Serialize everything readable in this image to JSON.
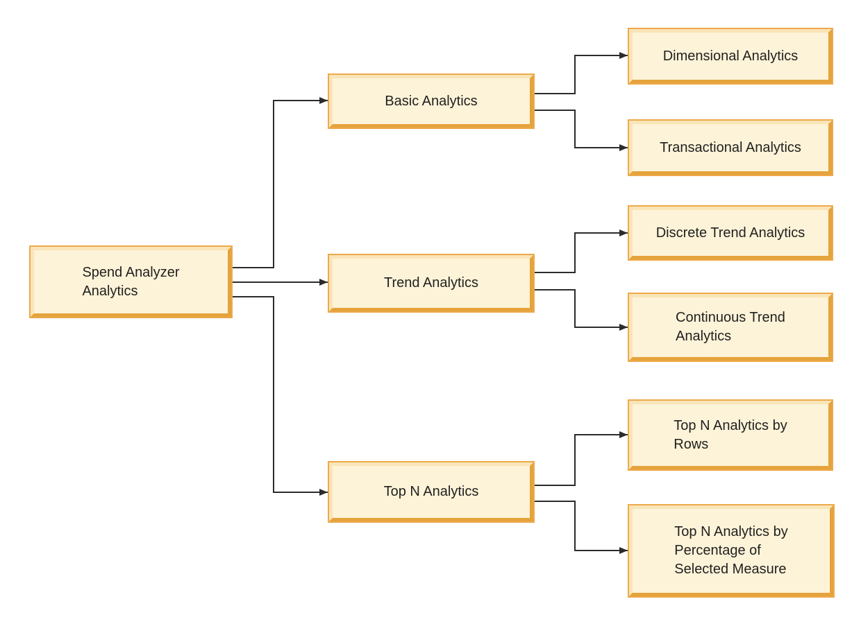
{
  "colors": {
    "background": "#FFFFFF",
    "box-fill": "#FDF3D8",
    "box-bevel-light": "#FAE5B8",
    "box-bevel-dark": "#E5A33C",
    "box-edge": "#EDA94B",
    "connector": "#2B2B2B",
    "text": "#1F1F1F"
  },
  "diagram": {
    "type": "hierarchy",
    "nodes": {
      "root": {
        "label": "Spend Analyzer\nAnalytics"
      },
      "basic": {
        "label": "Basic Analytics"
      },
      "trend": {
        "label": "Trend Analytics"
      },
      "topn": {
        "label": "Top N Analytics"
      },
      "dimensional": {
        "label": "Dimensional Analytics"
      },
      "transactional": {
        "label": "Transactional Analytics"
      },
      "discrete": {
        "label": "Discrete Trend Analytics"
      },
      "continuous": {
        "label": "Continuous Trend\nAnalytics"
      },
      "topn_rows": {
        "label": "Top N Analytics by\nRows"
      },
      "topn_pct": {
        "label": "Top N Analytics by\nPercentage of\nSelected Measure"
      }
    },
    "edges": [
      {
        "from": "root",
        "to": "basic"
      },
      {
        "from": "root",
        "to": "trend"
      },
      {
        "from": "root",
        "to": "topn"
      },
      {
        "from": "basic",
        "to": "dimensional"
      },
      {
        "from": "basic",
        "to": "transactional"
      },
      {
        "from": "trend",
        "to": "discrete"
      },
      {
        "from": "trend",
        "to": "continuous"
      },
      {
        "from": "topn",
        "to": "topn_rows"
      },
      {
        "from": "topn",
        "to": "topn_pct"
      }
    ]
  }
}
